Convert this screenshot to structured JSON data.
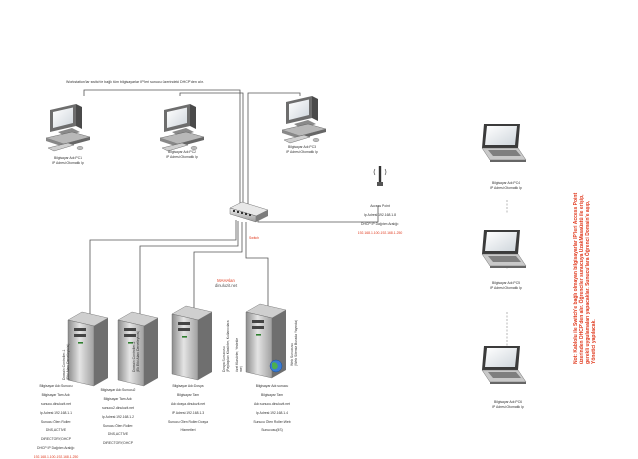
{
  "network_title": "Workstation'lar switch'e bağlı tüm bilgisayarlar IP'leri sunucu üzerindeki DHCP'den alır.",
  "switch_label": "Switch",
  "domain_block": {
    "name": "MAHAlan",
    "domain": "dinuluzit.net"
  },
  "note": "Not: Kablolu ile Switch'e bağlı olmayan bilgisayarlar IP'leri Access Point üzerinden DHCP'den alır. Öğrenciler sunucuya UzakMasaüstü ile erişip, gerekli uygulamaları yapacaklar. Sunucu'lara Öğrenci Domain'e aşıp, Yönetici yapılacak.",
  "pcs": [
    {
      "id": "pc1",
      "lines": [
        "Bilgisayar Adı:PC1",
        "IP Adresi:Otomatik Ip"
      ]
    },
    {
      "id": "pc2",
      "lines": [
        "Bilgisayar Adı:PC2",
        "IP Adresi:Otomatik Ip"
      ]
    },
    {
      "id": "pc3",
      "lines": [
        "Bilgisayar Adı:PC3",
        "IP Adresi:Otomatik Ip"
      ]
    }
  ],
  "laptops": [
    {
      "id": "pc4",
      "lines": [
        "Bilgisayar Adı:PC4",
        "IP Adresi:Otomatik Ip"
      ]
    },
    {
      "id": "pc5",
      "lines": [
        "Bilgisayar Adı:PC5",
        "IP Adresi:Otomatik Ip"
      ]
    },
    {
      "id": "pc6",
      "lines": [
        "Bilgisayar Adı:PC6",
        "IP Adresi:Otomatik Ip"
      ]
    }
  ],
  "access_point": {
    "lines": [
      "Access Point",
      "Ip Adresi:192.168.1.8",
      "DHCP IP Dağıtım Aralığı:"
    ],
    "range": "192.168.1.100-192.168.1.250"
  },
  "servers": [
    {
      "id": "server1",
      "lines": [
        "Bilgisayar Adı:Sunucu",
        "Bilgisayar Tam Adı:",
        "sunucu.dinuluzit.net",
        "Ip Adresi:192.168.1.1",
        "Sunucu Ölen Roller:",
        "DNS,ACTIVE",
        "DIRECTORY,DHCP",
        "DHCP IP Dağıtım Aralığı:"
      ],
      "range": "192.168.1.100-192.168.1.250",
      "side": [
        "Domain Controller-1",
        "(Etki Alanı Denetleyicisi)"
      ]
    },
    {
      "id": "server2",
      "lines": [
        "Bilgisayar Adı:Sunucu2",
        "Bilgisayar Tam Adı:",
        "sunucu2.dinuluzit.net",
        "Ip Adresi:192.168.1.2",
        "Sunucu Ölen Roller:",
        "DNS,ACTIVE",
        "DIRECTORY,DHCP"
      ],
      "side": [
        "Domain Controller-2",
        "(Ek Etki Alanı Denetleyicisi)"
      ]
    },
    {
      "id": "server3",
      "lines": [
        "Bilgisayar Adı:Dosya",
        "Bilgisayar Tam",
        "Adı:dosya.dinuluzit.net",
        "IP Adresi:192.168.1.3",
        "Sunucu Ölen Roller:Dosya",
        "Hizmetleri"
      ],
      "side": [
        "Dosya Sunucusu",
        "(Paylaşılan Klasörler, Kullanıcılara",
        "özel Klasörler, Yedekle",
        "me)"
      ]
    },
    {
      "id": "server4",
      "lines": [
        "Bilgisayar Adı:sunucu",
        "Bilgisayar Tam",
        "Adı:sunucu.dinuluzit.net",
        "Ip Adresi:192.168.1.4",
        "Sunucu Ölen Roller:Web",
        "Sunucusu(IIS)"
      ],
      "side": [
        "Web Sunucusu",
        "(Web Sitemiz Burada Yayında)"
      ]
    }
  ]
}
